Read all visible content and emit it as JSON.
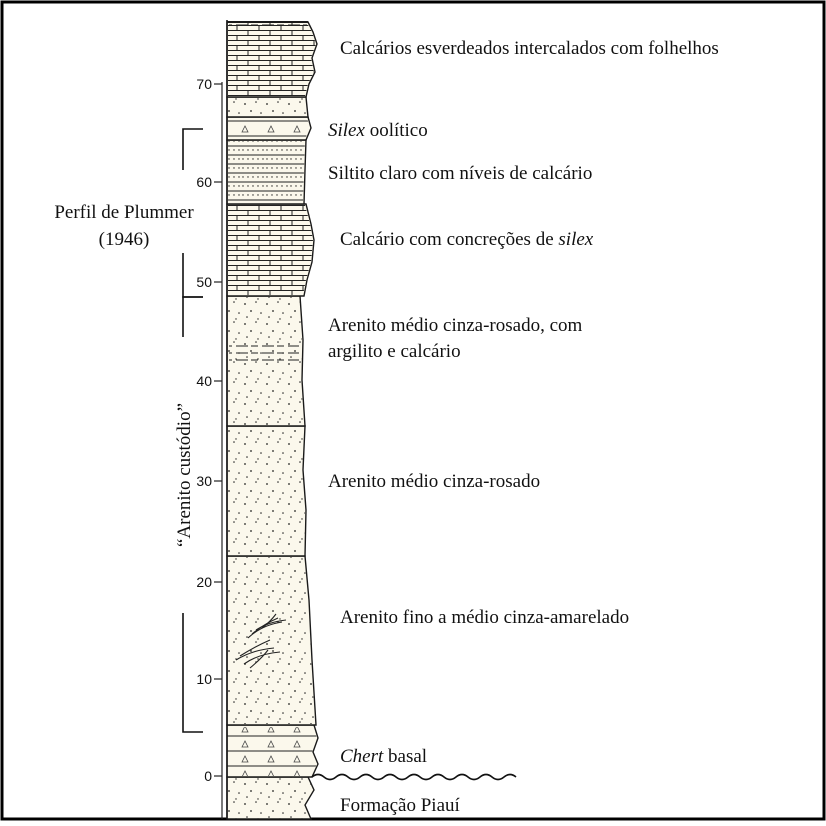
{
  "scale": {
    "ticks": [
      "0",
      "10",
      "20",
      "30",
      "40",
      "50",
      "60",
      "70"
    ]
  },
  "brackets": {
    "plummer": {
      "line1": "Perfil de Plummer",
      "line2": "(1946)"
    },
    "custodio": {
      "label": "“Arenito custódio”"
    }
  },
  "units": [
    {
      "text": "Calcários esverdeados intercalados com folhelhos"
    },
    {
      "italic": "Silex",
      "text": " oolítico"
    },
    {
      "text": "Siltito claro com níveis de calcário"
    },
    {
      "text": "Calcário com concreções de ",
      "italic": "silex"
    },
    {
      "line1": "Arenito médio cinza-rosado, com",
      "line2": "argilito e calcário"
    },
    {
      "text": "Arenito médio cinza-rosado"
    },
    {
      "text": "Arenito fino a médio cinza-amarelado"
    },
    {
      "italic": "Chert",
      "text": " basal"
    },
    {
      "text": "Formação Piauí"
    }
  ],
  "colors": {
    "column_fill": "#fbf8ec",
    "line": "#1a1a1a",
    "border": "#000000"
  }
}
